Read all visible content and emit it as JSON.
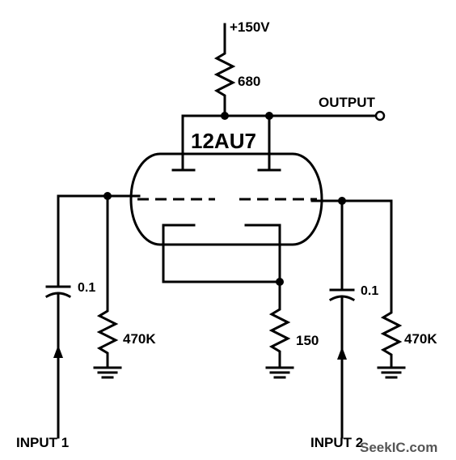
{
  "labels": {
    "supply": "+150V",
    "r_plate": "680",
    "output": "OUTPUT",
    "tube": "12AU7",
    "c1": "0.1",
    "r_grid1": "470K",
    "r_cathode": "150",
    "c2": "0.1",
    "r_grid2": "470K",
    "input1": "INPUT 1",
    "input2": "INPUT 2"
  },
  "watermark": "SeekIC.com",
  "colors": {
    "ink": "#000000",
    "paper": "#ffffff",
    "watermark": "#555555"
  }
}
